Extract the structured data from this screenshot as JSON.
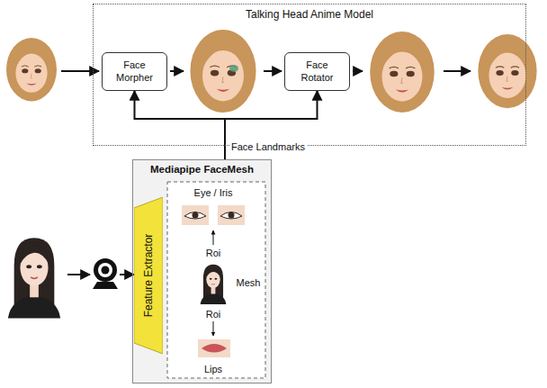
{
  "diagram": {
    "nodes": [
      {
        "text": [
          "Talking Head Anime Model"
        ]
      },
      {
        "text": [
          "Face Morpher"
        ],
        "in": 0
      },
      {
        "text": [
          "Face Rotator"
        ],
        "in": 0
      },
      {
        "text": [
          "Mediapipe FaceMesh"
        ]
      },
      {
        "text": [
          "Feature Extractor"
        ],
        "in": 3
      }
    ],
    "edges": [
      {
        "from": 3,
        "to": 1,
        "arrow": "to",
        "label": "Face Landmarks"
      },
      {
        "from": 3,
        "to": 2,
        "arrow": "to"
      }
    ],
    "labels": [
      "Eye / Iris",
      "Roi",
      "Mesh",
      "Roi",
      "Lips"
    ]
  }
}
